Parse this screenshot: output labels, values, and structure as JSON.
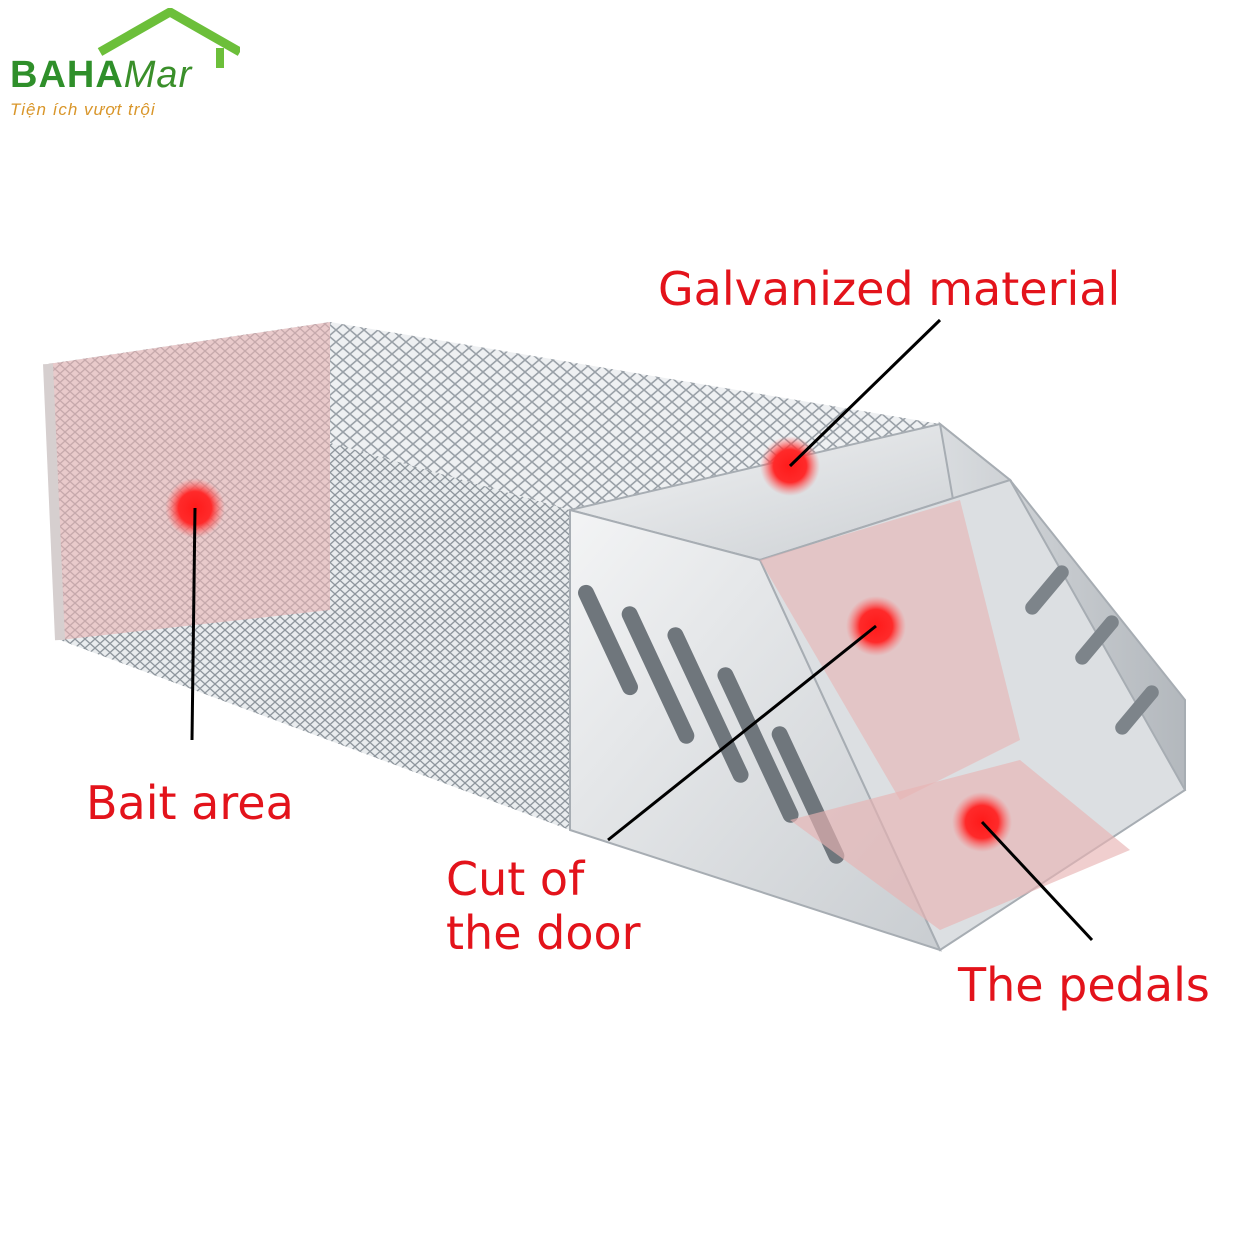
{
  "logo": {
    "brand_strong": "BAHA",
    "brand_light": "Mar",
    "tagline": "Tiện ích vượt trội"
  },
  "callouts": {
    "galvanized": "Galvanized material",
    "bait": "Bait area",
    "door_line1": "Cut of",
    "door_line2": "the door",
    "pedals": "The pedals"
  },
  "colors": {
    "label": "#e3131b",
    "marker": "#ff1a1a",
    "overlay": "#e8b4b4",
    "logo_green": "#2f8f2a",
    "logo_orange": "#d9962a"
  }
}
